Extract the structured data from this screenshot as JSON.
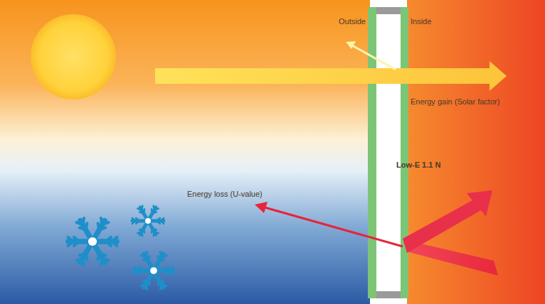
{
  "diagram": {
    "labels": [
      "Outside",
      "Inside",
      "Energy gain (Solar factor)",
      "Low-E 1.1 N",
      "Energy loss (U-value)"
    ]
  }
}
